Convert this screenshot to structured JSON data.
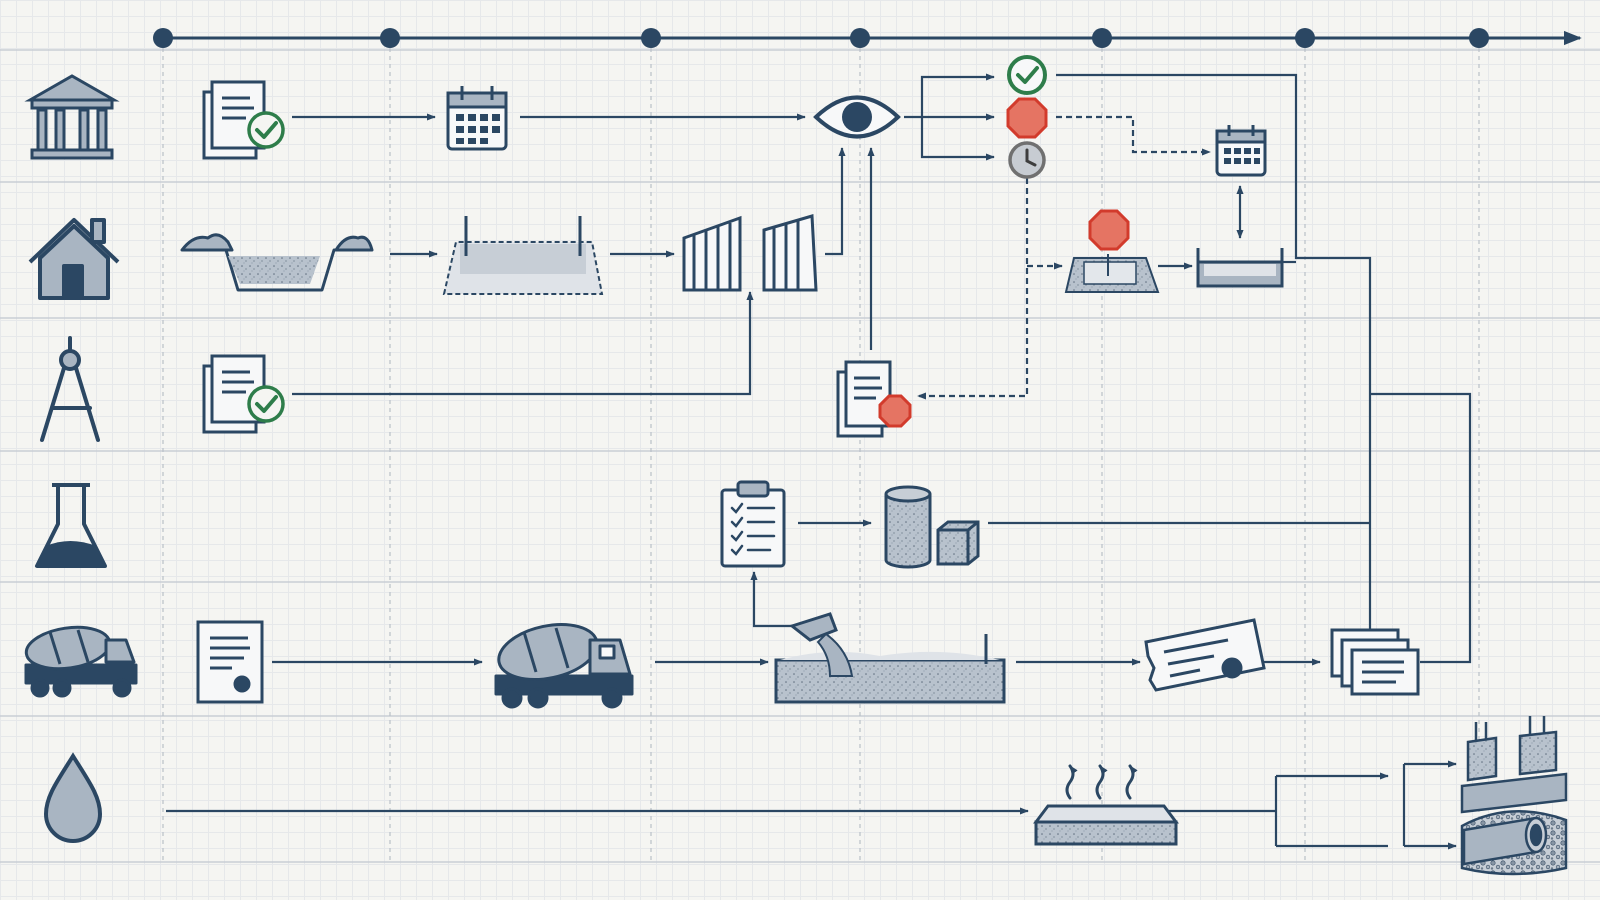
{
  "diagram": {
    "type": "construction-process-swimlane-flowchart",
    "colors": {
      "ink": "#2b4763",
      "fill": "#a9b5c2",
      "fill_light": "#d4dae1",
      "check_green": "#2e7d4a",
      "stop_red": "#d23b2c",
      "pending_gray": "#707070",
      "grid_line": "#c9ced4",
      "background": "#f5f5f2"
    },
    "lanes": [
      {
        "id": "authority",
        "icon": "government-building-icon"
      },
      {
        "id": "owner",
        "icon": "house-icon"
      },
      {
        "id": "designer",
        "icon": "drafting-compass-icon"
      },
      {
        "id": "laboratory",
        "icon": "lab-flask-icon"
      },
      {
        "id": "concrete-supplier",
        "icon": "mixer-truck-icon"
      },
      {
        "id": "curing",
        "icon": "water-drop-icon"
      }
    ],
    "timeline_milestones": 7,
    "steps": [
      {
        "id": "permit-approved",
        "lane": "authority",
        "icon": "document-check-icon"
      },
      {
        "id": "inspection-scheduled",
        "lane": "authority",
        "icon": "calendar-icon"
      },
      {
        "id": "inspection",
        "lane": "authority",
        "icon": "eye-icon"
      },
      {
        "id": "inspection-passed",
        "lane": "authority",
        "icon": "check-circle-icon",
        "status": "approved"
      },
      {
        "id": "inspection-stopped",
        "lane": "authority",
        "icon": "stop-octagon-icon",
        "status": "rejected"
      },
      {
        "id": "inspection-pending",
        "lane": "authority",
        "icon": "clock-icon",
        "status": "pending"
      },
      {
        "id": "reinspection-scheduled",
        "lane": "authority",
        "icon": "calendar-icon"
      },
      {
        "id": "excavation",
        "lane": "owner",
        "icon": "excavation-icon"
      },
      {
        "id": "formwork-layout",
        "lane": "owner",
        "icon": "formwork-layout-icon"
      },
      {
        "id": "formwork-panels",
        "lane": "owner",
        "icon": "formwork-panels-icon"
      },
      {
        "id": "remediation",
        "lane": "owner",
        "icon": "stopped-trench-icon",
        "status": "rejected"
      },
      {
        "id": "corrected-formwork",
        "lane": "owner",
        "icon": "formwork-ready-icon"
      },
      {
        "id": "design-approved",
        "lane": "designer",
        "icon": "document-check-icon"
      },
      {
        "id": "correction-notice",
        "lane": "designer",
        "icon": "document-stop-icon",
        "status": "rejected"
      },
      {
        "id": "test-checklist",
        "lane": "laboratory",
        "icon": "clipboard-checklist-icon"
      },
      {
        "id": "test-specimens",
        "lane": "laboratory",
        "icon": "cylinder-cube-specimens-icon"
      },
      {
        "id": "mix-order",
        "lane": "concrete-supplier",
        "icon": "order-document-icon"
      },
      {
        "id": "delivery",
        "lane": "concrete-supplier",
        "icon": "mixer-truck-icon"
      },
      {
        "id": "pour",
        "lane": "concrete-supplier",
        "icon": "concrete-pour-icon"
      },
      {
        "id": "delivery-ticket",
        "lane": "concrete-supplier",
        "icon": "delivery-ticket-icon"
      },
      {
        "id": "records-compiled",
        "lane": "concrete-supplier",
        "icon": "document-stack-icon"
      },
      {
        "id": "curing-slab",
        "lane": "curing",
        "icon": "steaming-slab-icon"
      },
      {
        "id": "walls-completed",
        "lane": "curing",
        "icon": "concrete-walls-icon"
      },
      {
        "id": "pipe-bedding-completed",
        "lane": "curing",
        "icon": "pipe-in-gravel-icon"
      }
    ],
    "connections": [
      {
        "from": "permit-approved",
        "to": "inspection-scheduled"
      },
      {
        "from": "inspection-scheduled",
        "to": "inspection"
      },
      {
        "from": "inspection",
        "to": "inspection-passed"
      },
      {
        "from": "inspection",
        "to": "inspection-stopped"
      },
      {
        "from": "inspection",
        "to": "inspection-pending"
      },
      {
        "from": "inspection-stopped",
        "to": "reinspection-scheduled",
        "style": "dashed"
      },
      {
        "from": "inspection-pending",
        "to": "remediation",
        "style": "dashed"
      },
      {
        "from": "inspection-pending",
        "to": "correction-notice",
        "style": "dashed"
      },
      {
        "from": "correction-notice",
        "to": "inspection"
      },
      {
        "from": "remediation",
        "to": "corrected-formwork"
      },
      {
        "from": "corrected-formwork",
        "to": "reinspection-scheduled",
        "style": "bidirectional"
      },
      {
        "from": "excavation",
        "to": "formwork-layout"
      },
      {
        "from": "formwork-layout",
        "to": "formwork-panels"
      },
      {
        "from": "formwork-panels",
        "to": "inspection"
      },
      {
        "from": "design-approved",
        "to": "formwork-panels"
      },
      {
        "from": "mix-order",
        "to": "delivery"
      },
      {
        "from": "delivery",
        "to": "pour"
      },
      {
        "from": "pour",
        "to": "test-checklist"
      },
      {
        "from": "test-checklist",
        "to": "test-specimens"
      },
      {
        "from": "pour",
        "to": "delivery-ticket"
      },
      {
        "from": "delivery-ticket",
        "to": "records-compiled"
      },
      {
        "from": "inspection-passed",
        "to": "records-compiled"
      },
      {
        "from": "test-specimens",
        "to": "records-compiled"
      },
      {
        "from": "curing-slab",
        "to": "walls-completed"
      },
      {
        "from": "curing-slab",
        "to": "pipe-bedding-completed"
      }
    ]
  }
}
